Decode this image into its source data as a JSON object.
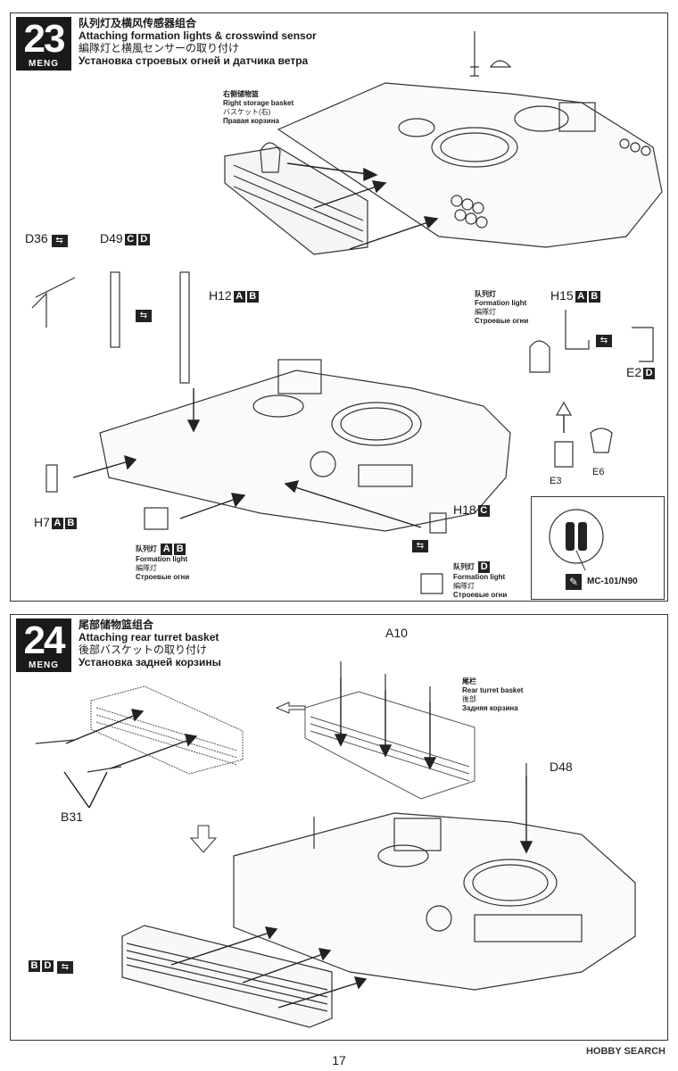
{
  "brand": "MENG",
  "step23": {
    "number": "23",
    "title_cn": "队列灯及横风传感器组合",
    "title_en": "Attaching formation lights & crosswind sensor",
    "title_jp": "編隊灯と横風センサーの取り付け",
    "title_ru": "Установка строевых огней и датчика ветра",
    "basket": {
      "cn": "右侧储物篮",
      "en": "Right storage basket",
      "jp": "バスケット(右)",
      "ru": "Правая корзина"
    },
    "formation_light": {
      "cn": "队列灯",
      "en": "Formation light",
      "jp": "編隊灯",
      "ru": "Строевые огни"
    },
    "parts": {
      "d36": "D36",
      "d49": "D49",
      "h12": "H12",
      "h15": "H15",
      "e2": "E2",
      "h7": "H7",
      "h18": "H18",
      "e3": "E3",
      "e6": "E6"
    },
    "letters": {
      "a": "A",
      "b": "B",
      "c": "C",
      "d": "D"
    },
    "paint_code": "MC-101/N90"
  },
  "step24": {
    "number": "24",
    "title_cn": "尾部储物篮组合",
    "title_en": "Attaching rear turret basket",
    "title_jp": "後部バスケットの取り付け",
    "title_ru": "Установка задней корзины",
    "rear_basket": {
      "cn": "尾栏",
      "en": "Rear turret basket",
      "jp": "後部",
      "ru": "Задняя корзина"
    },
    "parts": {
      "a10": "A10",
      "d48": "D48",
      "b31": "B31"
    },
    "letters": {
      "b": "B",
      "d": "D"
    }
  },
  "page_number": "17",
  "watermark": "HOBBY SEARCH"
}
